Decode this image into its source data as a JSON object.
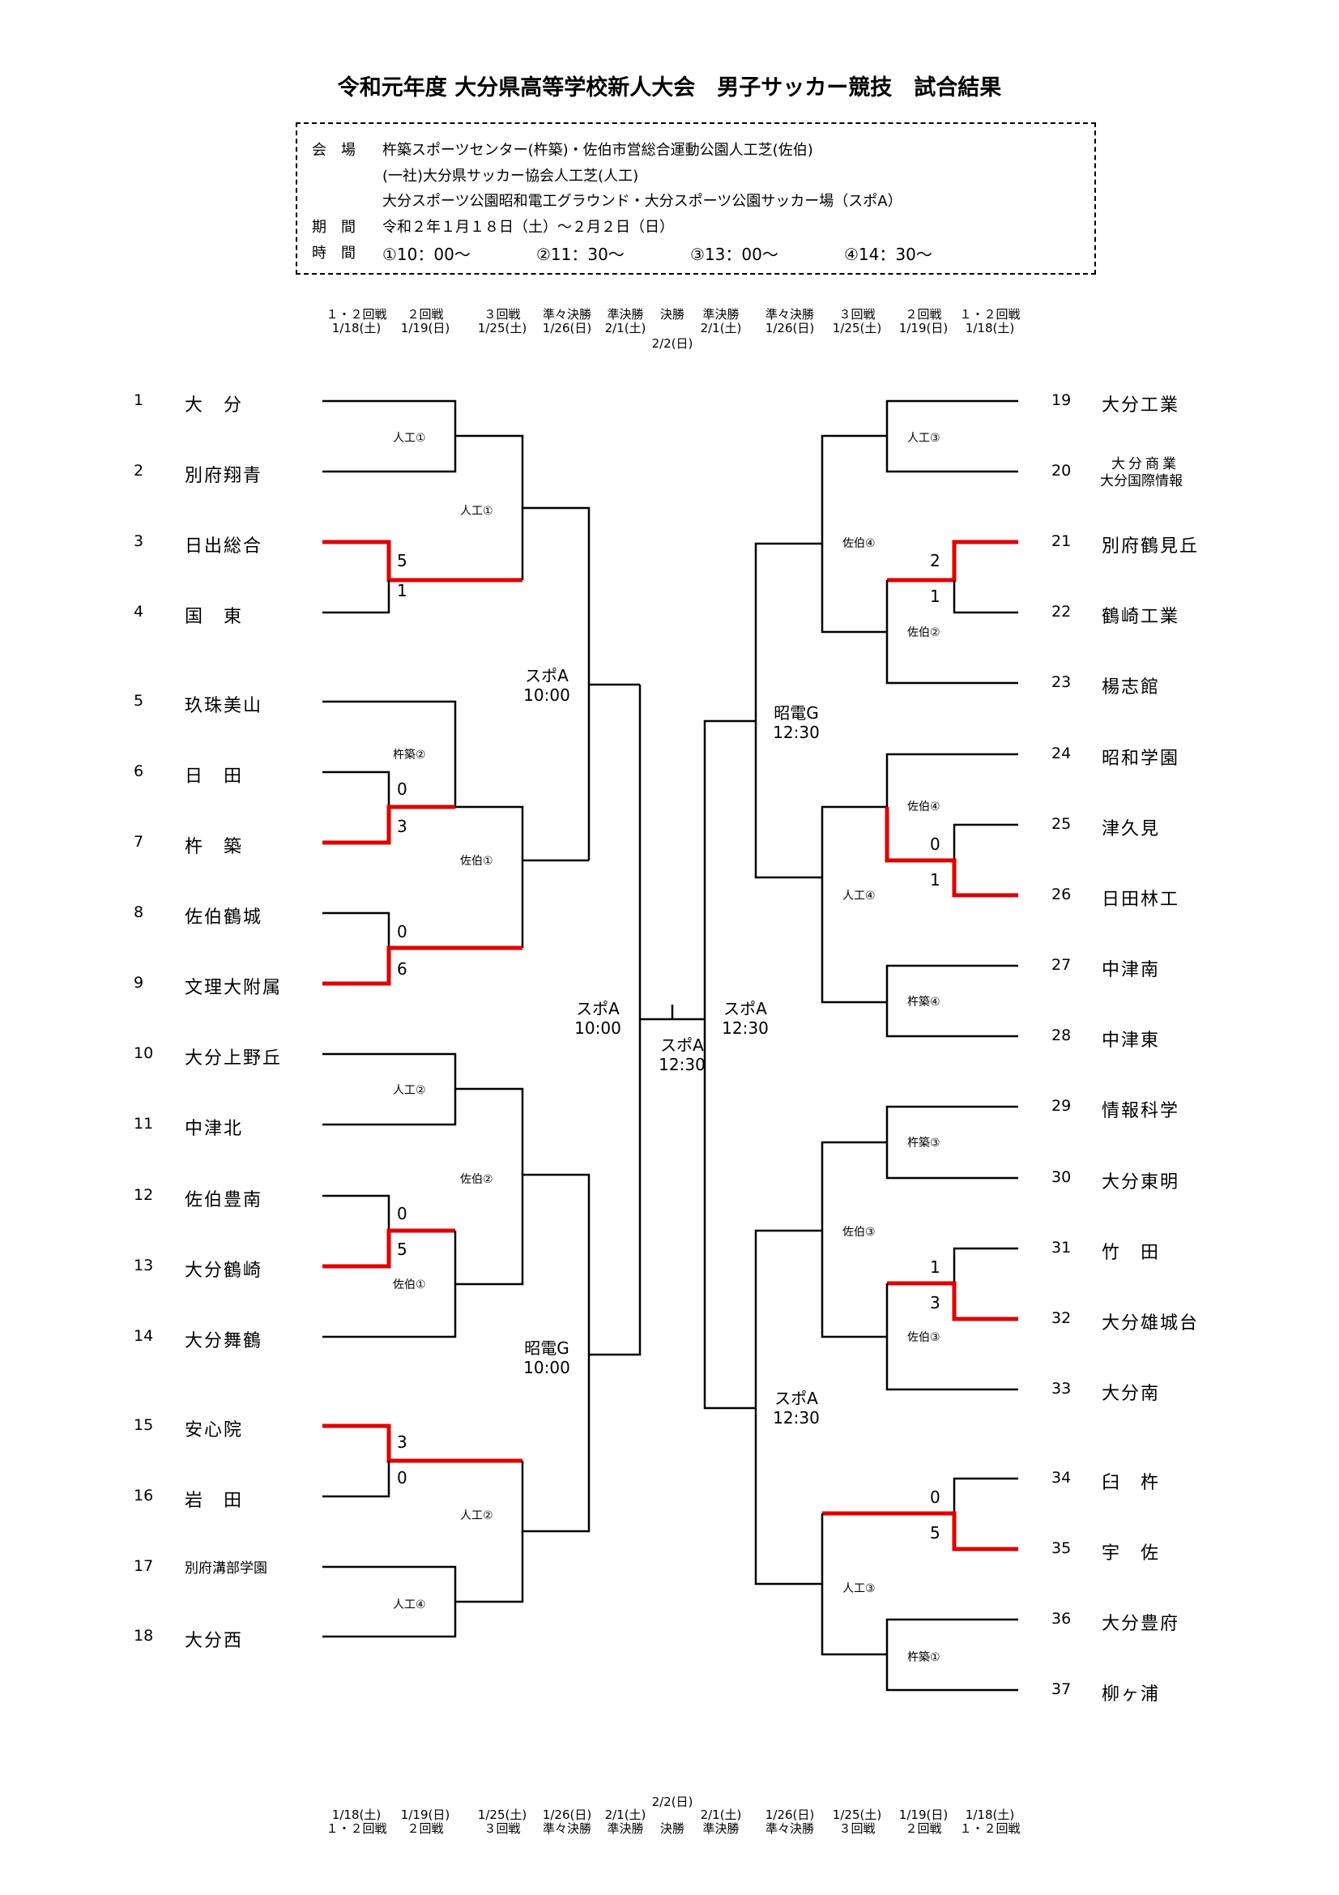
{
  "title": "令和元年度 大分県高等学校新人大会　男子サッカー競技　試合結果",
  "info": {
    "venue_label": "会　場",
    "venue_lines": [
      "杵築スポーツセンター(杵築)・佐伯市営総合運動公園人工芝(佐伯)",
      "(一社)大分県サッカー協会人工芝(人工)",
      "大分スポーツ公園昭和電工グラウンド・大分スポーツ公園サッカー場（スポA）"
    ],
    "period_label": "期　間",
    "period": "令和２年１月１８日（土）～２月２日（日）",
    "time_label": "時　間",
    "times": [
      "①10：00～",
      "②11：30～",
      "③13：00～",
      "④14：30～"
    ]
  },
  "rounds": [
    {
      "name": "１・２回戦",
      "date": "1/18(土)"
    },
    {
      "name": "２回戦",
      "date": "1/19(日)"
    },
    {
      "name": "３回戦",
      "date": "1/25(土)"
    },
    {
      "name": "準々決勝",
      "date": "1/26(日)"
    },
    {
      "name": "準決勝",
      "date": "2/1(土)"
    },
    {
      "name": "決勝",
      "date": ""
    },
    {
      "name": "準決勝",
      "date": "2/1(土)"
    },
    {
      "name": "準々決勝",
      "date": "1/26(日)"
    },
    {
      "name": "３回戦",
      "date": "1/25(土)"
    },
    {
      "name": "２回戦",
      "date": "1/19(日)"
    },
    {
      "name": "１・２回戦",
      "date": "1/18(土)"
    }
  ],
  "final_date": "2/2(日)",
  "left_teams": [
    {
      "num": "1",
      "name": "大　分"
    },
    {
      "num": "2",
      "name": "別府翔青"
    },
    {
      "num": "3",
      "name": "日出総合"
    },
    {
      "num": "4",
      "name": "国　東"
    },
    {
      "num": "5",
      "name": "玖珠美山"
    },
    {
      "num": "6",
      "name": "日　田"
    },
    {
      "num": "7",
      "name": "杵　築"
    },
    {
      "num": "8",
      "name": "佐伯鶴城"
    },
    {
      "num": "9",
      "name": "文理大附属"
    },
    {
      "num": "10",
      "name": "大分上野丘"
    },
    {
      "num": "11",
      "name": "中津北"
    },
    {
      "num": "12",
      "name": "佐伯豊南"
    },
    {
      "num": "13",
      "name": "大分鶴崎"
    },
    {
      "num": "14",
      "name": "大分舞鶴"
    },
    {
      "num": "15",
      "name": "安心院"
    },
    {
      "num": "16",
      "name": "岩　田"
    },
    {
      "num": "17",
      "name": "別府溝部学園"
    },
    {
      "num": "18",
      "name": "大分西"
    }
  ],
  "right_teams": [
    {
      "num": "19",
      "name": "大分工業"
    },
    {
      "num": "20",
      "name": "大分商業",
      "name2": "大分国際情報"
    },
    {
      "num": "21",
      "name": "別府鶴見丘"
    },
    {
      "num": "22",
      "name": "鶴崎工業"
    },
    {
      "num": "23",
      "name": "楊志館"
    },
    {
      "num": "24",
      "name": "昭和学園"
    },
    {
      "num": "25",
      "name": "津久見"
    },
    {
      "num": "26",
      "name": "日田林工"
    },
    {
      "num": "27",
      "name": "中津南"
    },
    {
      "num": "28",
      "name": "中津東"
    },
    {
      "num": "29",
      "name": "情報科学"
    },
    {
      "num": "30",
      "name": "大分東明"
    },
    {
      "num": "31",
      "name": "竹　田"
    },
    {
      "num": "32",
      "name": "大分雄城台"
    },
    {
      "num": "33",
      "name": "大分南"
    },
    {
      "num": "34",
      "name": "臼　杵"
    },
    {
      "num": "35",
      "name": "宇　佐"
    },
    {
      "num": "36",
      "name": "大分豊府"
    },
    {
      "num": "37",
      "name": "柳ヶ浦"
    }
  ],
  "venues": {
    "l_r1_a": "人工①",
    "l_r2_a": "人工①",
    "l_r1_b": "杵築②",
    "l_r2_b": "佐伯①",
    "l_r1_c": "人工②",
    "l_r2_c": "佐伯②",
    "l_r1_d": "佐伯①",
    "l_r2_d": "人工②",
    "l_r1_e": "人工④",
    "l_qf_a": "スポA",
    "l_qf_a_t": "10:00",
    "l_qf_b": "昭電G",
    "l_qf_b_t": "10:00",
    "l_sf": "スポA",
    "l_sf_t": "10:00",
    "f": "スポA",
    "f_t": "12:30",
    "r_sf": "スポA",
    "r_sf_t": "12:30",
    "r_qf_a": "昭電G",
    "r_qf_a_t": "12:30",
    "r_qf_b": "スポA",
    "r_qf_b_t": "12:30",
    "r_r1_a": "人工③",
    "r_r2_a": "佐伯④",
    "r_r1_b": "佐伯②",
    "r_r1_c": "佐伯④",
    "r_r2_c": "人工④",
    "r_r1_d": "杵築④",
    "r_r1_e": "杵築③",
    "r_r2_e": "佐伯③",
    "r_r1_f": "佐伯③",
    "r_r2_g": "人工③",
    "r_r1_h": "杵築①"
  },
  "scores": {
    "m3_4": [
      "5",
      "1"
    ],
    "m6_7": [
      "0",
      "3"
    ],
    "m8_9": [
      "0",
      "6"
    ],
    "m12_13": [
      "0",
      "5"
    ],
    "m15_16": [
      "3",
      "0"
    ],
    "m21_22": [
      "2",
      "1"
    ],
    "m25_26": [
      "0",
      "1"
    ],
    "m31_32": [
      "1",
      "3"
    ],
    "m34_35": [
      "0",
      "5"
    ]
  },
  "colors": {
    "win_line": "#e00000",
    "line": "#000000"
  }
}
